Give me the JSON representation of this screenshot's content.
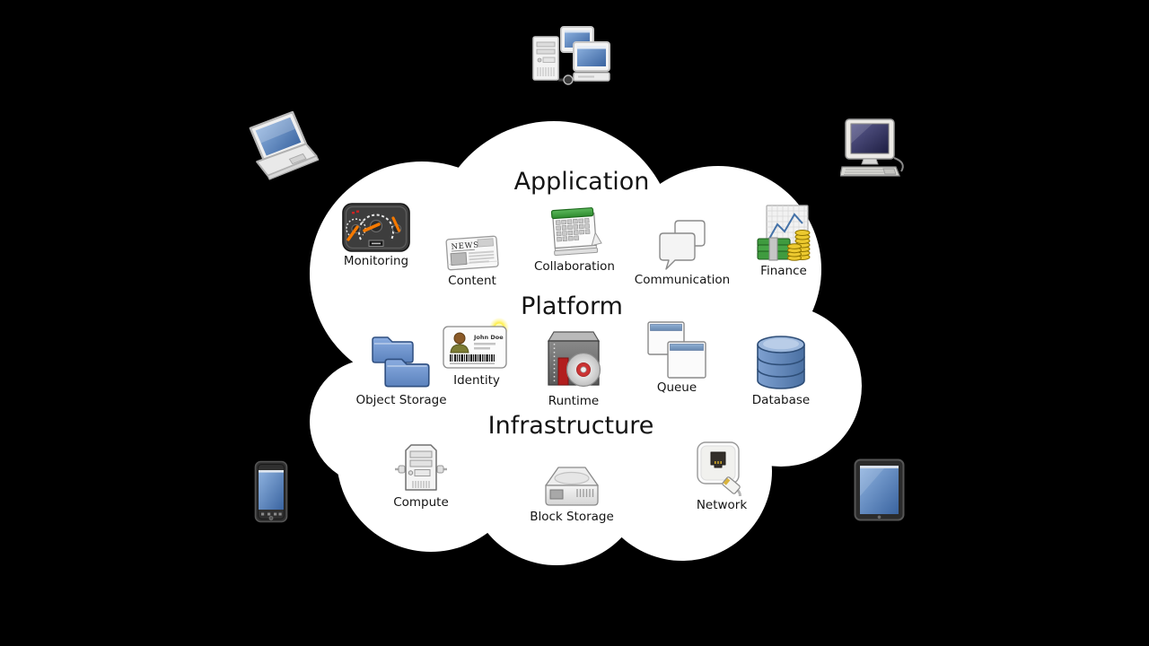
{
  "headings": {
    "application": "Application",
    "platform": "Platform",
    "infrastructure": "Infrastructure"
  },
  "services": {
    "application": [
      {
        "label": "Monitoring",
        "icon": "gauge-dashboard-icon"
      },
      {
        "label": "Content",
        "icon": "newspaper-icon"
      },
      {
        "label": "Collaboration",
        "icon": "calendar-icon"
      },
      {
        "label": "Communication",
        "icon": "chat-bubbles-icon"
      },
      {
        "label": "Finance",
        "icon": "money-chart-icon"
      }
    ],
    "platform": [
      {
        "label": "Object Storage",
        "icon": "folders-icon"
      },
      {
        "label": "Identity",
        "icon": "id-card-icon"
      },
      {
        "label": "Runtime",
        "icon": "software-box-cd-icon"
      },
      {
        "label": "Queue",
        "icon": "app-windows-icon"
      },
      {
        "label": "Database",
        "icon": "database-cylinder-icon"
      }
    ],
    "infrastructure": [
      {
        "label": "Compute",
        "icon": "server-tower-icon"
      },
      {
        "label": "Block Storage",
        "icon": "hard-disk-icon"
      },
      {
        "label": "Network",
        "icon": "ethernet-socket-plug-icon"
      }
    ]
  },
  "icon_text": {
    "newspaper_masthead": "NEWS",
    "id_card_name": "John Doe"
  },
  "devices": [
    "network-servers",
    "laptop",
    "desktop-computer",
    "smartphone",
    "tablet"
  ],
  "colors": {
    "background": "#000000",
    "cloud": "#ffffff",
    "text": "#141414",
    "folder_blue": "#6d92c8",
    "database_blue": "#5b82b8",
    "calendar_green": "#3aa33a",
    "money_green": "#3f9b3f",
    "coin_gold": "#e9cb30",
    "needle_orange": "#f57900",
    "screen_blue": "#4d74a8",
    "runtime_red": "#b21e1e"
  }
}
